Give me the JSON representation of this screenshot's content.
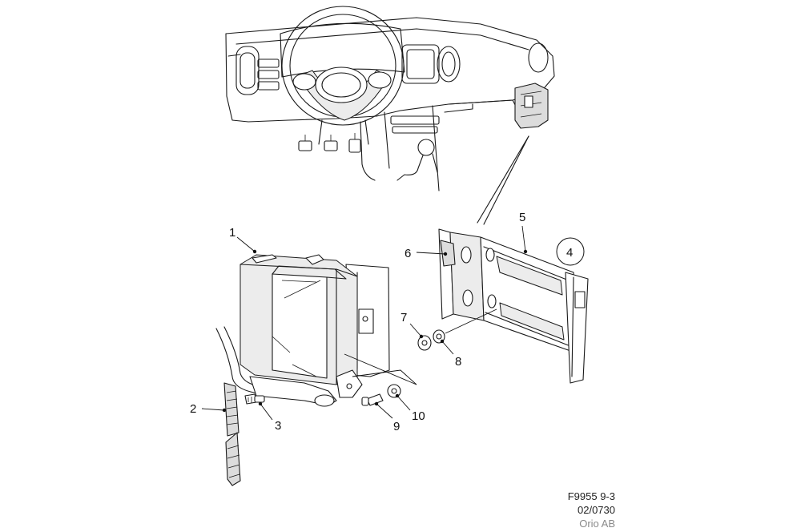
{
  "figure": {
    "code": "F9955 9-3",
    "date": "02/0730",
    "owner": "Orio AB"
  },
  "callouts": {
    "c1": "1",
    "c2": "2",
    "c3": "3",
    "c4": "4",
    "c5": "5",
    "c6": "6",
    "c7": "7",
    "c8": "8",
    "c9": "9",
    "c10": "10"
  }
}
